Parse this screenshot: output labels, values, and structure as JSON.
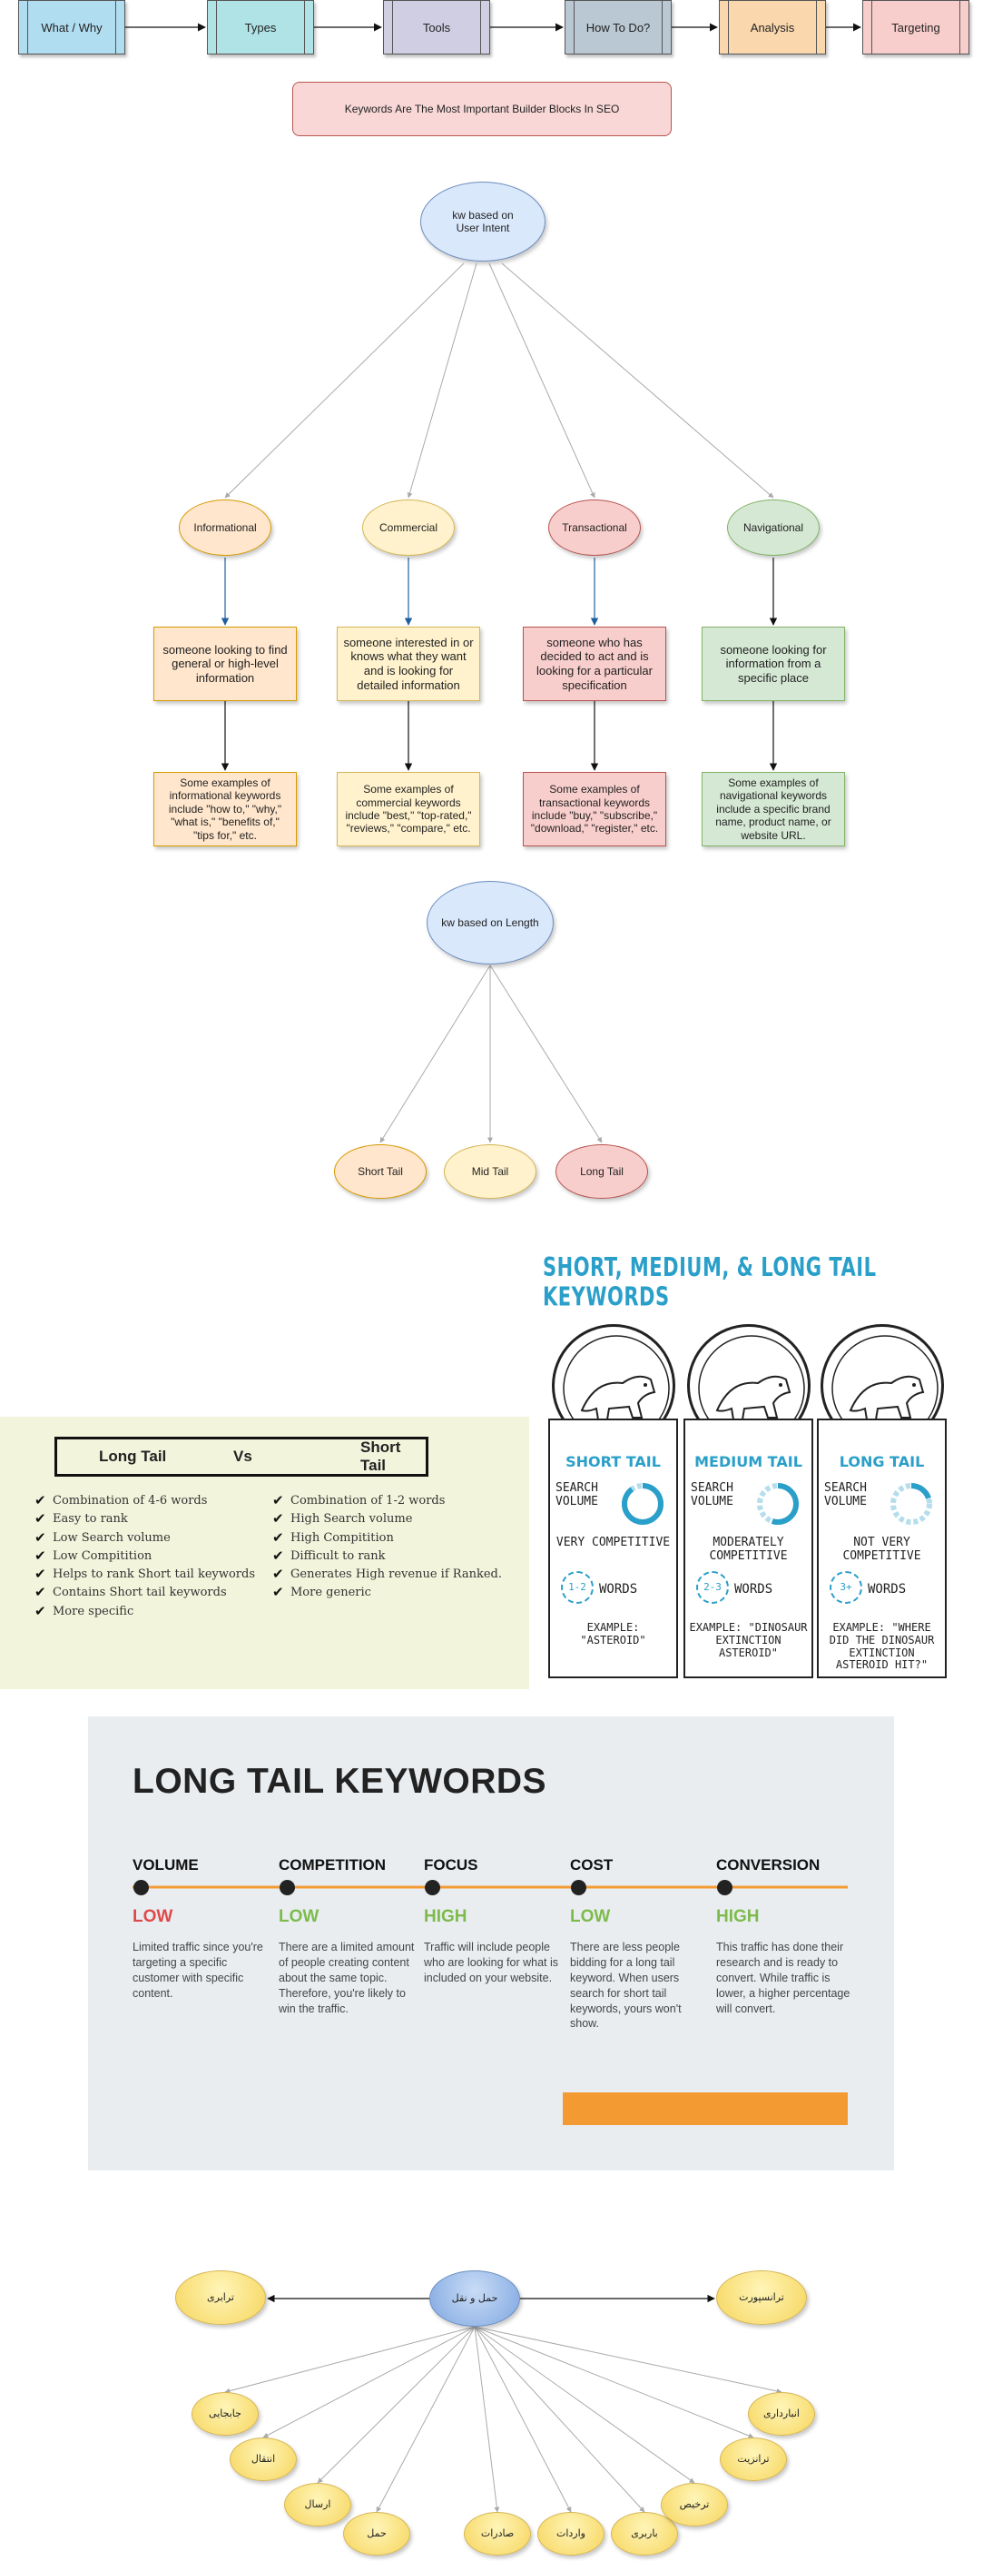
{
  "flow": {
    "steps": [
      "What / Why",
      "Types",
      "Tools",
      "How To Do?",
      "Analysis",
      "Targeting"
    ],
    "colors": [
      "#b1ddf0",
      "#b0e3e6",
      "#d0cee2",
      "#bac8d3",
      "#fad7ac",
      "#f8cecc"
    ]
  },
  "banner": "Keywords Are The Most Important Builder Blocks In SEO",
  "intent": {
    "root": "kw based on User Intent",
    "types": [
      {
        "name": "Informational",
        "desc": "someone looking to find general or high-level information",
        "examples": "Some examples of informational keywords include \"how to,\" \"why,\" \"what is,\" \"benefits of,\" \"tips for,\" etc."
      },
      {
        "name": "Commercial",
        "desc": "someone interested in or knows what they want and is looking for detailed information",
        "examples": "Some examples of commercial keywords include \"best,\" \"top-rated,\" \"reviews,\" \"compare,\" etc."
      },
      {
        "name": "Transactional",
        "desc": "someone who has decided to act and is looking for a particular specification",
        "examples": "Some examples of transactional keywords include \"buy,\" \"subscribe,\" \"download,\" \"register,\" etc."
      },
      {
        "name": "Navigational",
        "desc": "someone looking for information from a specific place",
        "examples": "Some examples of navigational keywords include a specific brand name, product name, or website URL."
      }
    ]
  },
  "length": {
    "root": "kw based on Length",
    "types": [
      "Short Tail",
      "Mid Tail",
      "Long Tail"
    ]
  },
  "long_vs_short": {
    "left_title": "Long Tail",
    "vs": "Vs",
    "right_title": "Short Tail",
    "left_items": [
      "Combination of 4-6 words",
      "Easy to rank",
      "Low Search volume",
      "Low Compitition",
      "Helps to rank Short tail keywords",
      "Contains Short tail keywords",
      "More specific"
    ],
    "right_items": [
      "Combination of 1-2 words",
      "High Search volume",
      "High Compitition",
      "Difficult to rank",
      "Generates High revenue if Ranked.",
      "More generic"
    ]
  },
  "infographic": {
    "title": "SHORT, MEDIUM, & LONG TAIL KEYWORDS",
    "search_volume_label": "SEARCH VOLUME",
    "words_label": "WORDS",
    "cards": [
      {
        "head": "SHORT TAIL",
        "competition": "VERY COMPETITIVE",
        "words": "1-2",
        "example": "EXAMPLE: \"ASTEROID\"",
        "volume": 0.9
      },
      {
        "head": "MEDIUM TAIL",
        "competition": "MODERATELY COMPETITIVE",
        "words": "2-3",
        "example": "EXAMPLE: \"DINOSAUR EXTINCTION ASTEROID\"",
        "volume": 0.55
      },
      {
        "head": "LONG TAIL",
        "competition": "NOT VERY COMPETITIVE",
        "words": "3+",
        "example": "EXAMPLE: \"WHERE DID THE DINOSAUR EXTINCTION ASTEROID HIT?\"",
        "volume": 0.2
      }
    ]
  },
  "long_tail_card": {
    "title": "LONG TAIL KEYWORDS",
    "accent": "#f39a33",
    "columns": [
      {
        "head": "VOLUME",
        "value": "LOW",
        "color": "#e0494a",
        "desc": "Limited traffic since you're targeting a specific customer with specific content."
      },
      {
        "head": "COMPETITION",
        "value": "LOW",
        "color": "#7dbb4c",
        "desc": "There are a limited amount of people creating content about the same topic. Therefore, you're likely to win the traffic."
      },
      {
        "head": "FOCUS",
        "value": "HIGH",
        "color": "#7dbb4c",
        "desc": "Traffic will include people who are looking for what is included on your website."
      },
      {
        "head": "COST",
        "value": "LOW",
        "color": "#7dbb4c",
        "desc": "There are less people bidding for a long tail keyword. When users search for short tail keywords, yours won't show."
      },
      {
        "head": "CONVERSION",
        "value": "HIGH",
        "color": "#7dbb4c",
        "desc": "This traffic has done their research and is ready to convert. While traffic is lower, a higher percentage will convert."
      }
    ]
  },
  "transport": {
    "center": "حمل و نقل",
    "left": "ترابری",
    "right": "ترانسپورت",
    "children": [
      "جابجایی",
      "انتقال",
      "ارسال",
      "حمل",
      "صادرات",
      "واردات",
      "باربری",
      "ترخیص",
      "ترانزیت",
      "انبارداری"
    ]
  }
}
